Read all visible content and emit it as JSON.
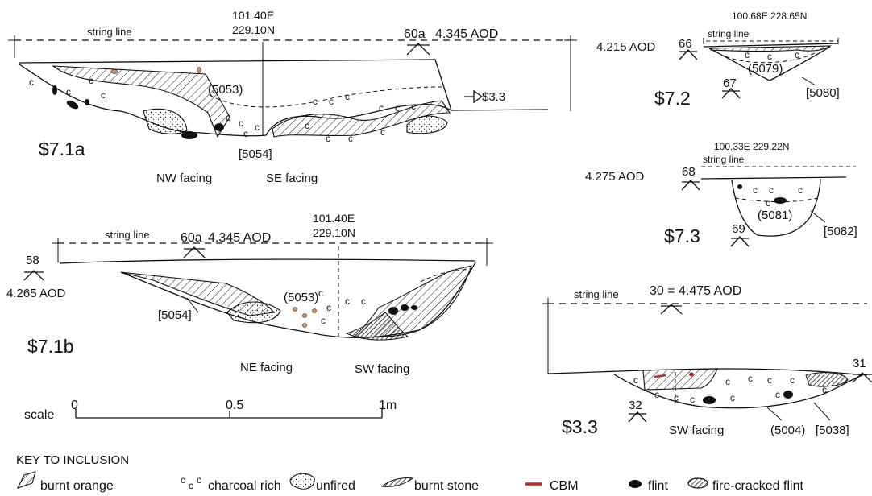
{
  "labels": {
    "string_line": "string line",
    "s71a": "$7.1a",
    "s71a_coord_e": "101.40E",
    "s71a_coord_n": "229.10N",
    "s71a_datum": "60a",
    "s71a_aod": "4.345 AOD",
    "s71a_ctx_5053": "(5053)",
    "s71a_ctx_5054": "[5054]",
    "s71a_arrow": "$3.3",
    "s71a_nw": "NW facing",
    "s71a_se": "SE facing",
    "s71b": "$7.1b",
    "s71b_datum": "60a",
    "s71b_aod": "4.345 AOD",
    "s71b_coord_e": "101.40E",
    "s71b_coord_n": "229.10N",
    "s71b_left_num": "58",
    "s71b_left_aod": "4.265 AOD",
    "s71b_ctx_5053": "(5053)",
    "s71b_ctx_5054": "[5054]",
    "s71b_ne": "NE facing",
    "s71b_sw": "SW facing",
    "s72": "$7.2",
    "s72_coord": "100.68E 228.65N",
    "s72_aod": "4.215 AOD",
    "s72_num_top": "66",
    "s72_num_bot": "67",
    "s72_ctx_5079": "(5079)",
    "s72_ctx_5080": "[5080]",
    "s73": "$7.3",
    "s73_coord": "100.33E 229.22N",
    "s73_aod": "4.275 AOD",
    "s73_num_top": "68",
    "s73_num_bot": "69",
    "s73_ctx_5081": "(5081)",
    "s73_ctx_5082": "[5082]",
    "s33": "$3.3",
    "s33_datum": "30 = 4.475 AOD",
    "s33_num_right": "31",
    "s33_num_bot": "32",
    "s33_sw": "SW facing",
    "s33_ctx_5004": "(5004)",
    "s33_ctx_5038": "[5038]",
    "c": "c"
  },
  "scale": {
    "label": "scale",
    "ticks": [
      "0",
      "0.5",
      "1m"
    ]
  },
  "key": {
    "title": "KEY TO INCLUSION",
    "items": [
      "burnt orange",
      "charcoal rich",
      "unfired",
      "burnt stone",
      "CBM",
      "flint",
      "fire-cracked flint"
    ],
    "charcoal_symbol": "c"
  },
  "colors": {
    "ink": "#111111",
    "burnt_orange": "#c9906b",
    "cbm": "#c62828"
  }
}
